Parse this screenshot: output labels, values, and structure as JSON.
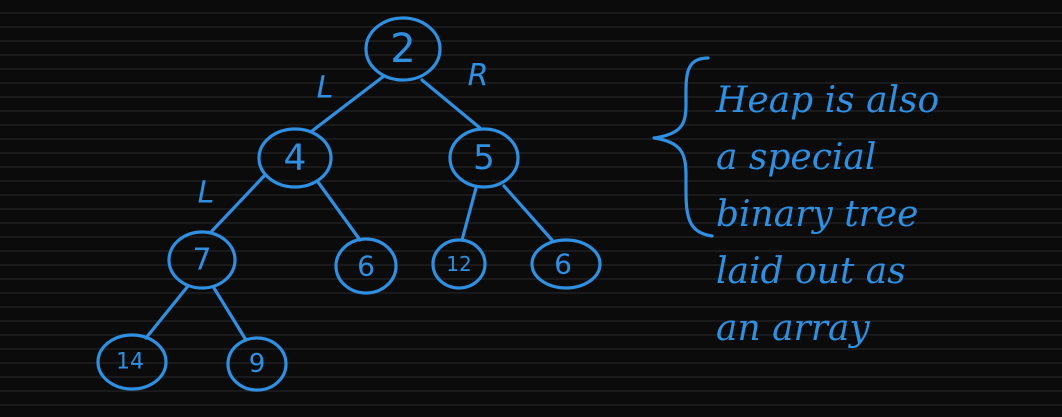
{
  "tree": {
    "root": {
      "value": "2"
    },
    "left_child": {
      "value": "4",
      "left_child": {
        "value": "7",
        "left_child": {
          "value": "14"
        },
        "right_child": {
          "value": "9"
        }
      },
      "right_child": {
        "value": "6"
      }
    },
    "right_child": {
      "value": "5",
      "left_child": {
        "value": "12"
      },
      "right_child": {
        "value": "6"
      }
    },
    "edge_labels": {
      "root_left": "L",
      "root_right": "R",
      "level1_left": "L"
    }
  },
  "note": {
    "lines": [
      "Heap is also",
      "a special",
      "binary tree",
      "laid out as",
      "an array"
    ]
  },
  "colors": {
    "ink": "#2f8fe0",
    "background": "#0b0b0c"
  }
}
